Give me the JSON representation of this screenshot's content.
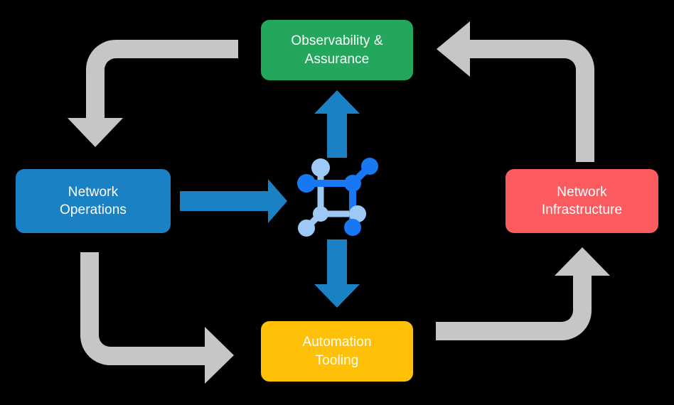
{
  "diagram": {
    "title": "Network automation lifecycle loop",
    "background_color": "#000000",
    "nodes": [
      {
        "id": "observability",
        "label": "Observability &\nAssurance",
        "label_line1": "Observability &",
        "label_line2": "Assurance",
        "color": "#22a75d",
        "text_color": "#ffffff",
        "position": "top"
      },
      {
        "id": "network-operations",
        "label": "Network\nOperations",
        "label_line1": "Network",
        "label_line2": "Operations",
        "color": "#1a81c4",
        "text_color": "#ffffff",
        "position": "left"
      },
      {
        "id": "network-infrastructure",
        "label": "Network\nInfrastructure",
        "label_line1": "Network",
        "label_line2": "Infrastructure",
        "color": "#fc5b5f",
        "text_color": "#ffffff",
        "position": "right"
      },
      {
        "id": "automation-tooling",
        "label": "Automation\nTooling",
        "label_line1": "Automation",
        "label_line2": "Tooling",
        "color": "#ffc107",
        "text_color": "#ffffff",
        "position": "bottom"
      }
    ],
    "center_icon": {
      "name": "network-topology-icon",
      "color_primary": "#1877f2",
      "color_secondary": "#9ec9f7"
    },
    "arrows": {
      "blue_color": "#1a81c4",
      "gray_color": "#c6c6c6",
      "connections": [
        {
          "id": "ops-to-center",
          "from": "network-operations",
          "to": "center",
          "style": "blue-straight",
          "direction": "right"
        },
        {
          "id": "center-to-observability",
          "from": "center",
          "to": "observability",
          "style": "blue-straight",
          "direction": "up"
        },
        {
          "id": "center-to-automation",
          "from": "center",
          "to": "automation-tooling",
          "style": "blue-straight",
          "direction": "down"
        },
        {
          "id": "observability-to-ops",
          "from": "observability",
          "to": "network-operations",
          "style": "gray-elbow",
          "direction": "down-left"
        },
        {
          "id": "infrastructure-to-observability",
          "from": "network-infrastructure",
          "to": "observability",
          "style": "gray-elbow",
          "direction": "up-left"
        },
        {
          "id": "ops-to-automation",
          "from": "network-operations",
          "to": "automation-tooling",
          "style": "gray-elbow",
          "direction": "down-right"
        },
        {
          "id": "automation-to-infrastructure",
          "from": "automation-tooling",
          "to": "network-infrastructure",
          "style": "gray-elbow",
          "direction": "right-up"
        }
      ]
    }
  }
}
